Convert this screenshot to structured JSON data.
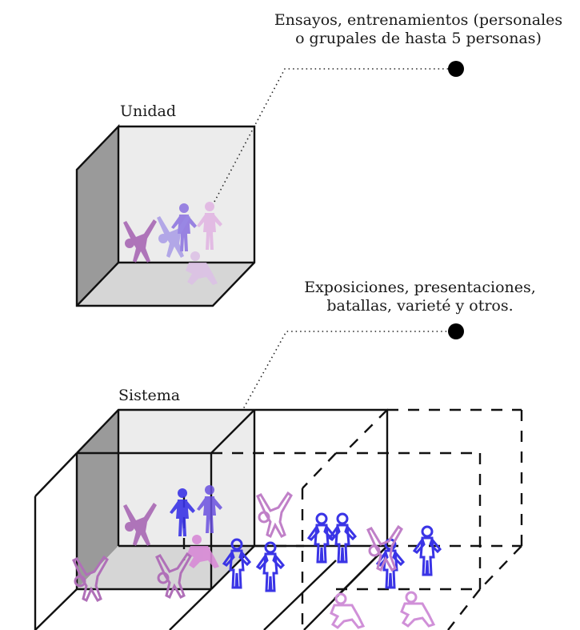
{
  "unit": {
    "title": "Unidad",
    "caption_line1": "Ensayos, entrenamientos (personales",
    "caption_line2": "o grupales de hasta 5 personas)"
  },
  "system": {
    "title": "Sistema",
    "caption_line1": "Exposiciones, presentaciones,",
    "caption_line2": "batallas, varieté y otros."
  },
  "colors": {
    "box_fill": "#ececec",
    "side_wall": "#9a9a9a",
    "floor": "#d6d6d6",
    "line": "#111111",
    "purple": "#a868b4",
    "violet": "#8a70e0",
    "blue": "#3a34e6",
    "pink": "#d69ad8"
  }
}
